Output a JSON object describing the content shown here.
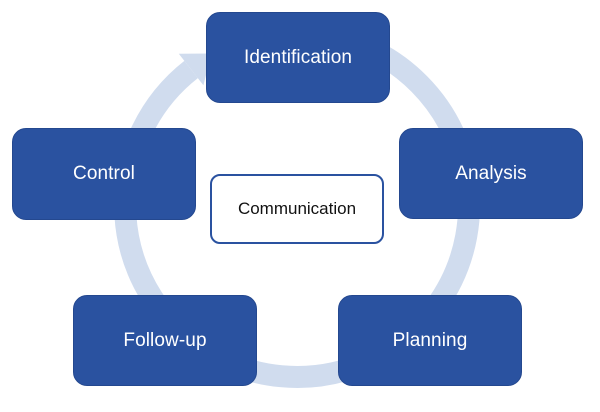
{
  "diagram": {
    "type": "cycle",
    "center": {
      "label": "Communication"
    },
    "steps": [
      {
        "label": "Identification"
      },
      {
        "label": "Analysis"
      },
      {
        "label": "Planning"
      },
      {
        "label": "Follow-up"
      },
      {
        "label": "Control"
      }
    ],
    "flow_direction": "clockwise",
    "colors": {
      "node_fill": "#2a52a0",
      "node_text": "#ffffff",
      "center_border": "#2a52a0",
      "center_text": "#111111",
      "cycle_arrow": "#d0dcee"
    }
  }
}
